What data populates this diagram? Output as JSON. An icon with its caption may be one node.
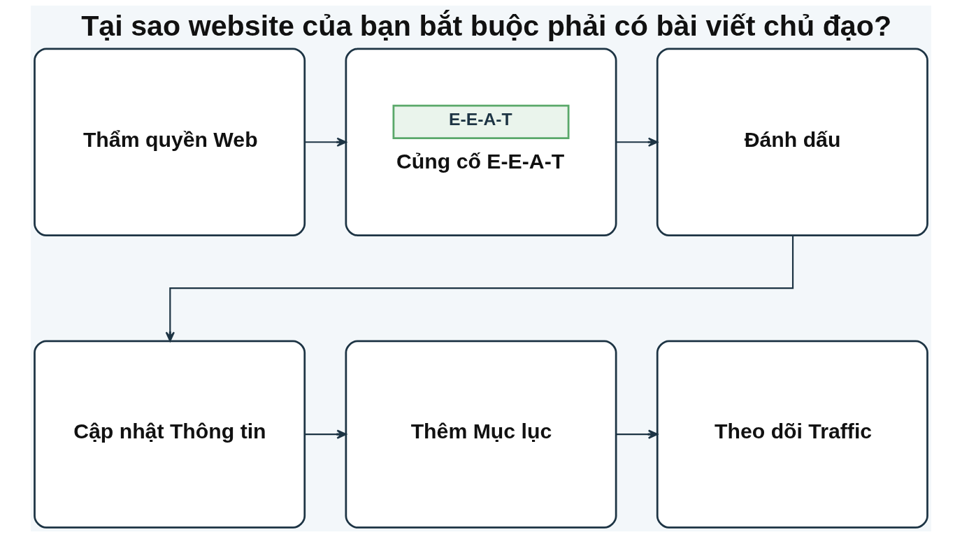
{
  "diagram": {
    "title": "Tại sao website của bạn bắt buộc phải có bài viết chủ đạo?",
    "nodes": [
      {
        "text": [
          "Thẩm quyền Web"
        ]
      },
      {
        "text": [
          "E-E-A-T",
          "Củng cố E-E-A-T"
        ]
      },
      {
        "text": [
          "Đánh dấu"
        ]
      },
      {
        "text": [
          "Cập nhật Thông tin"
        ]
      },
      {
        "text": [
          "Thêm Mục lục"
        ]
      },
      {
        "text": [
          "Theo dõi Traffic"
        ]
      }
    ],
    "edges": [
      {
        "from": 0,
        "to": 1,
        "arrow": "to"
      },
      {
        "from": 1,
        "to": 2,
        "arrow": "to"
      },
      {
        "from": 2,
        "to": 3,
        "arrow": "to"
      },
      {
        "from": 3,
        "to": 4,
        "arrow": "to"
      },
      {
        "from": 4,
        "to": 5,
        "arrow": "to"
      }
    ]
  }
}
